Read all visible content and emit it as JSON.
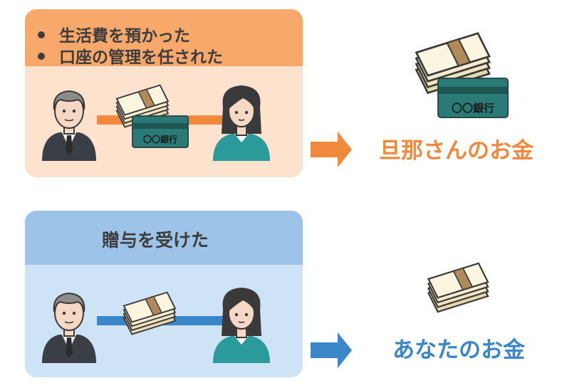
{
  "colors": {
    "orange_accent": "#f0883d",
    "orange_header": "#f9a86c",
    "orange_panel": "#fde3cd",
    "blue_accent": "#3a86c8",
    "blue_header": "#9dc4e8",
    "blue_panel": "#cfe3f6",
    "card_teal": "#2a7a78",
    "card_dark": "#2c4a48"
  },
  "top_case": {
    "bullets": [
      "生活費を預かった",
      "口座の管理を任された"
    ],
    "card_text": "〇〇銀行",
    "result": "旦那さんのお金"
  },
  "bottom_case": {
    "header": "贈与を受けた",
    "result": "あなたのお金"
  }
}
